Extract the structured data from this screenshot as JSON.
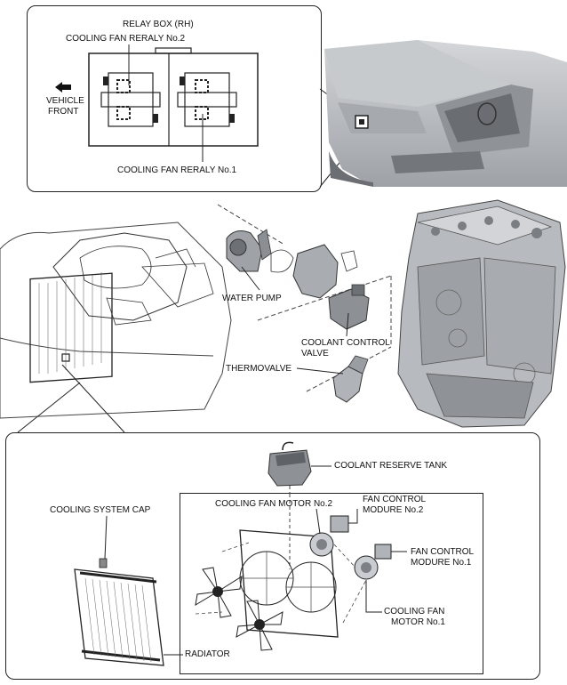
{
  "relay_inset": {
    "relay_box": "RELAY BOX (RH)",
    "fan_relay_2": "COOLING FAN RERALY No.2",
    "fan_relay_1": "COOLING FAN RERALY No.1",
    "vehicle_front_line1": "VEHICLE",
    "vehicle_front_line2": "FRONT"
  },
  "engine_area": {
    "water_pump": "WATER PUMP",
    "coolant_control_valve_line1": "COOLANT CONTROL",
    "coolant_control_valve_line2": "VALVE",
    "thermovalve": "THERMOVALVE"
  },
  "cooling_inset": {
    "coolant_reserve_tank": "COOLANT RESERVE TANK",
    "cooling_system_cap": "COOLING SYSTEM CAP",
    "fan_motor_2": "COOLING FAN MOTOR No.2",
    "fan_control_2_line1": "FAN CONTROL",
    "fan_control_2_line2": "MODURE No.2",
    "fan_control_1_line1": "FAN CONTROL",
    "fan_control_1_line2": "MODURE No.1",
    "fan_motor_1_line1": "COOLING FAN",
    "fan_motor_1_line2": "MOTOR No.1",
    "radiator": "RADIATOR"
  },
  "colors": {
    "line": "#222222",
    "car_body": "#bfc2c6",
    "car_dark": "#6b6e72",
    "engine": "#9a9da1"
  }
}
